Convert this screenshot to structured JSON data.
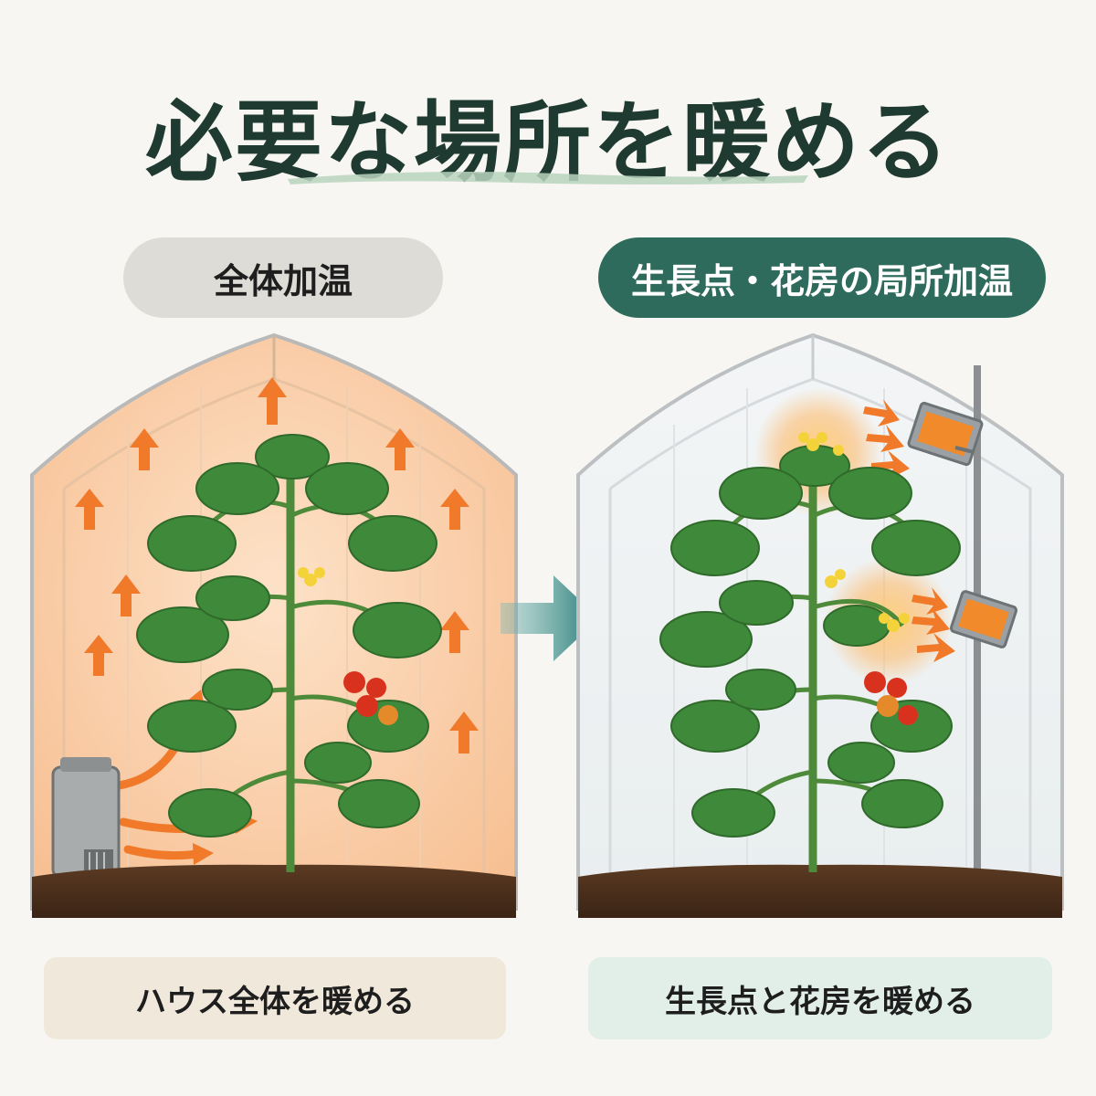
{
  "title": "必要な場所を暖める",
  "left": {
    "label": "全体加温",
    "caption": "ハウス全体を暖める"
  },
  "right": {
    "label": "生長点・花房の局所加温",
    "caption": "生長点と花房を暖める"
  },
  "colors": {
    "title": "#1f3a30",
    "accent_green": "#2e6b5c",
    "heat_orange": "#f07a2a",
    "leaf": "#3f8a3a",
    "soil": "#4a2e1c"
  },
  "icons": {
    "heater": "heater-icon",
    "infrared_lamp": "infrared-lamp-icon",
    "arrow": "right-arrow-icon"
  }
}
